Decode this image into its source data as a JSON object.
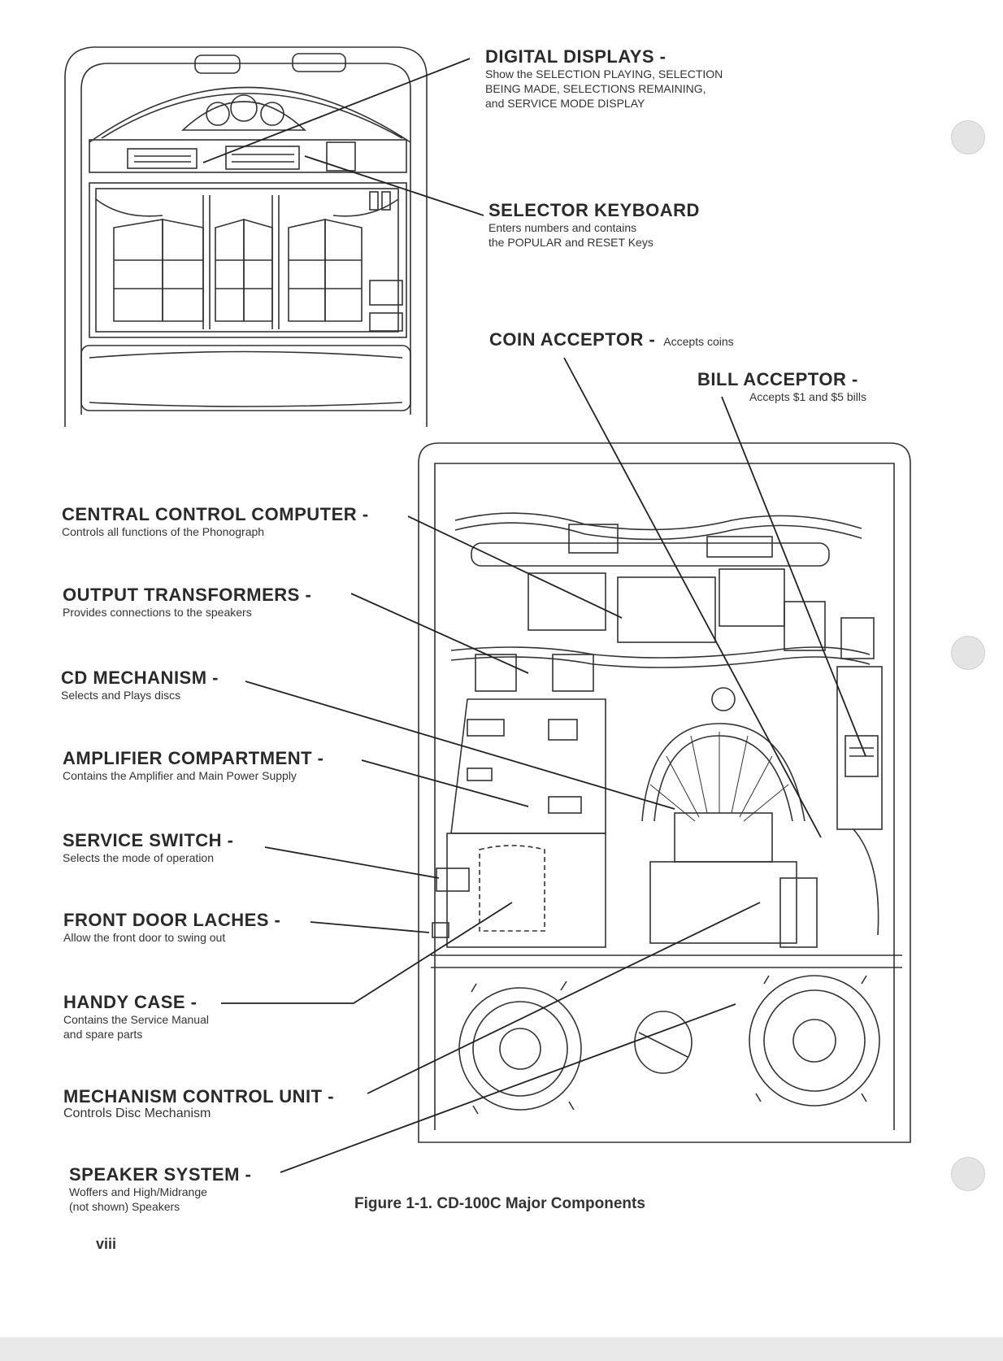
{
  "labels": {
    "digital_displays": {
      "title": "DIGITAL DISPLAYS -",
      "desc": [
        "Show the SELECTION PLAYING, SELECTION",
        "BEING MADE, SELECTIONS REMAINING,",
        "and SERVICE MODE DISPLAY"
      ]
    },
    "selector_keyboard": {
      "title": "SELECTOR KEYBOARD",
      "desc": [
        "Enters numbers and contains",
        "the POPULAR and RESET Keys"
      ]
    },
    "coin_acceptor": {
      "title": "COIN ACCEPTOR -",
      "desc": "Accepts coins"
    },
    "bill_acceptor": {
      "title": "BILL ACCEPTOR -",
      "desc": "Accepts $1 and $5 bills"
    },
    "central_control": {
      "title": "CENTRAL CONTROL COMPUTER -",
      "desc": "Controls all functions of the Phonograph"
    },
    "output_transformers": {
      "title": "OUTPUT TRANSFORMERS -",
      "desc": "Provides connections to the speakers"
    },
    "cd_mechanism": {
      "title": "CD MECHANISM -",
      "desc": "Selects and Plays discs"
    },
    "amplifier_compartment": {
      "title": "AMPLIFIER COMPARTMENT -",
      "desc": "Contains the Amplifier and Main Power Supply"
    },
    "service_switch": {
      "title": "SERVICE SWITCH -",
      "desc": "Selects the mode of operation"
    },
    "front_door_laches": {
      "title": "FRONT DOOR LACHES -",
      "desc": "Allow the front door to swing out"
    },
    "handy_case": {
      "title": "HANDY CASE -",
      "desc": [
        "Contains the Service Manual",
        "and spare parts"
      ]
    },
    "mechanism_control": {
      "title": "MECHANISM CONTROL UNIT -",
      "desc": "Controls Disc Mechanism"
    },
    "speaker_system": {
      "title": "SPEAKER SYSTEM -",
      "desc": [
        "Woffers and High/Midrange",
        "(not shown) Speakers"
      ]
    }
  },
  "caption": "Figure 1-1. CD-100C Major Components",
  "page_number": "viii"
}
